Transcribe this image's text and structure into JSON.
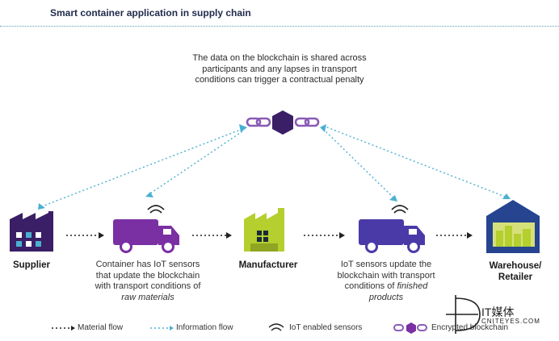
{
  "title": "Smart container application in supply chain",
  "note": "The data on the blockchain is shared across participants and any lapses in transport conditions can trigger a contractual penalty",
  "nodes": {
    "supplier": "Supplier",
    "manufacturer": "Manufacturer",
    "warehouse_line1": "Warehouse/",
    "warehouse_line2": "Retailer"
  },
  "descriptions": {
    "truck1_plain": "Container has IoT sensors that update the blockchain with transport conditions of",
    "truck1_italic": "raw materials",
    "truck2_plain": "IoT sensors update the blockchain with transport conditions of",
    "truck2_italic": "finished products"
  },
  "legend": {
    "material_flow": "Material flow",
    "information_flow": "Information flow",
    "iot_sensors": "IoT enabled sensors",
    "encrypted_blockchain": "Encrypted blockchain"
  },
  "watermark": {
    "cn": "IT媒体",
    "en": "CNITEYES.COM"
  },
  "colors": {
    "purple": "#3a1f66",
    "truck_purple": "#7a2fa3",
    "lime": "#b4cf2e",
    "navy": "#26448f",
    "info_blue": "#4ab0d1"
  }
}
